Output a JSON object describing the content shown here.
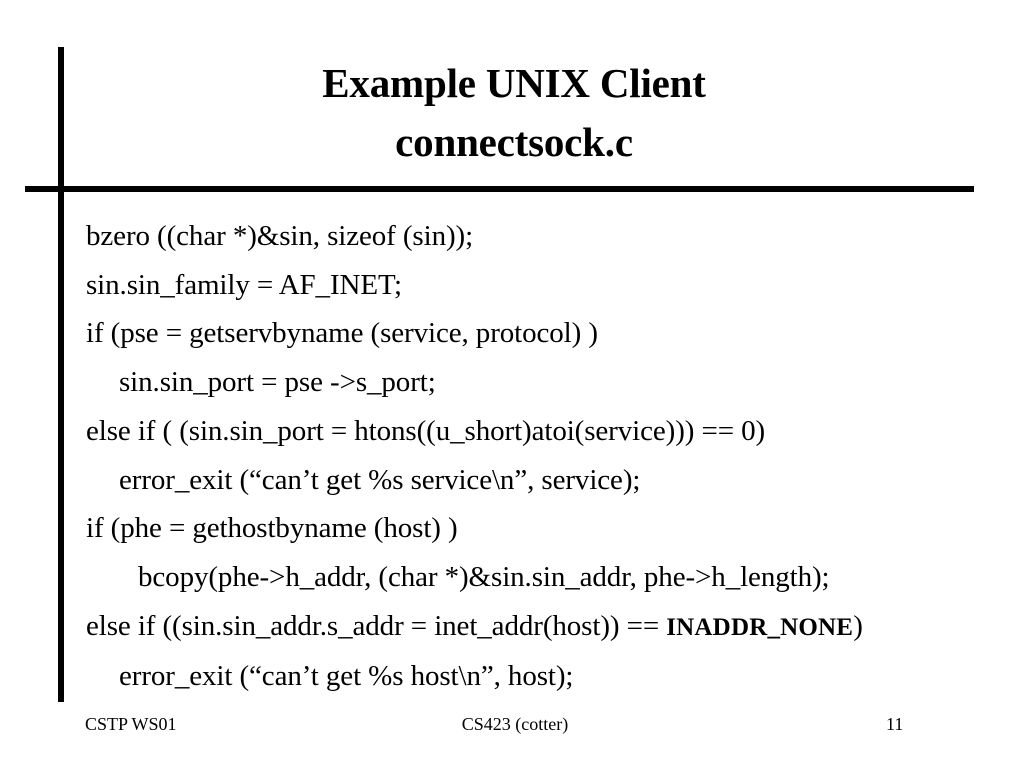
{
  "slide": {
    "title": {
      "line1": "Example UNIX Client",
      "line2": "connectsock.c"
    },
    "body_lines": [
      {
        "text": "bzero ((char *)&sin, sizeof (sin));",
        "indent": 0
      },
      {
        "text": "sin.sin_family = AF_INET;",
        "indent": 0
      },
      {
        "text": "if (pse = getservbyname (service, protocol) )",
        "indent": 0
      },
      {
        "text": "sin.sin_port = pse ->s_port;",
        "indent": 1
      },
      {
        "text": "else if ( (sin.sin_port = htons((u_short)atoi(service))) == 0)",
        "indent": 0
      },
      {
        "text": "error_exit (“can’t get %s service\\n”, service);",
        "indent": 1
      },
      {
        "text": "if (phe = gethostbyname (host) )",
        "indent": 0
      },
      {
        "text": "bcopy(phe->h_addr, (char *)&sin.sin_addr, phe->h_length);",
        "indent": 2
      },
      {
        "text": "else if ((sin.sin_addr.s_addr = inet_addr(host)) == ",
        "indent": 0,
        "bold_part": "INADDR_NONE",
        "text_after": ")"
      },
      {
        "text": "error_exit (“can’t get %s host\\n”, host);",
        "indent": 1
      }
    ],
    "footer": {
      "left": "CSTP WS01",
      "center": "CS423 (cotter)",
      "page_number": "11"
    },
    "colors": {
      "text": "#000000",
      "background": "#ffffff",
      "rule": "#000000"
    }
  }
}
